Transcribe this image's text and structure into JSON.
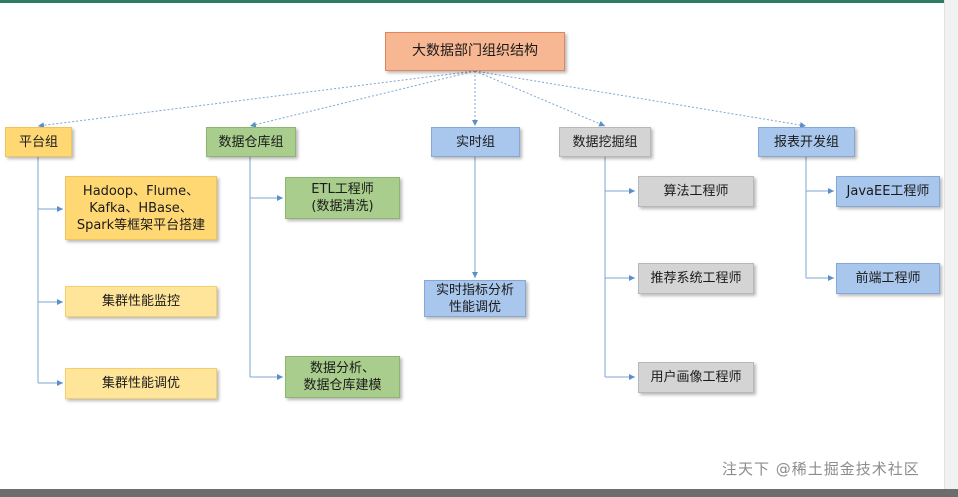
{
  "diagram": {
    "root": "大数据部门组织结构",
    "groups": [
      {
        "label": "平台组",
        "children": [
          "Hadoop、Flume、\nKafka、HBase、\nSpark等框架平台搭建",
          "集群性能监控",
          "集群性能调优"
        ]
      },
      {
        "label": "数据仓库组",
        "children": [
          "ETL工程师\n(数据清洗)",
          "数据分析、\n数据仓库建模"
        ]
      },
      {
        "label": "实时组",
        "children": [
          "实时指标分析\n性能调优"
        ]
      },
      {
        "label": "数据挖掘组",
        "children": [
          "算法工程师",
          "推荐系统工程师",
          "用户画像工程师"
        ]
      },
      {
        "label": "报表开发组",
        "children": [
          "JavaEE工程师",
          "前端工程师"
        ]
      }
    ]
  },
  "watermark": "注天下 @稀土掘金技术社区",
  "colors": {
    "root": "#f8b793",
    "platform": "#ffd874",
    "warehouse": "#a8cd8c",
    "realtime": "#a9c6ec",
    "mining": "#d4d4d4",
    "report": "#a9c6ec",
    "connector": "#5b8fc7"
  }
}
